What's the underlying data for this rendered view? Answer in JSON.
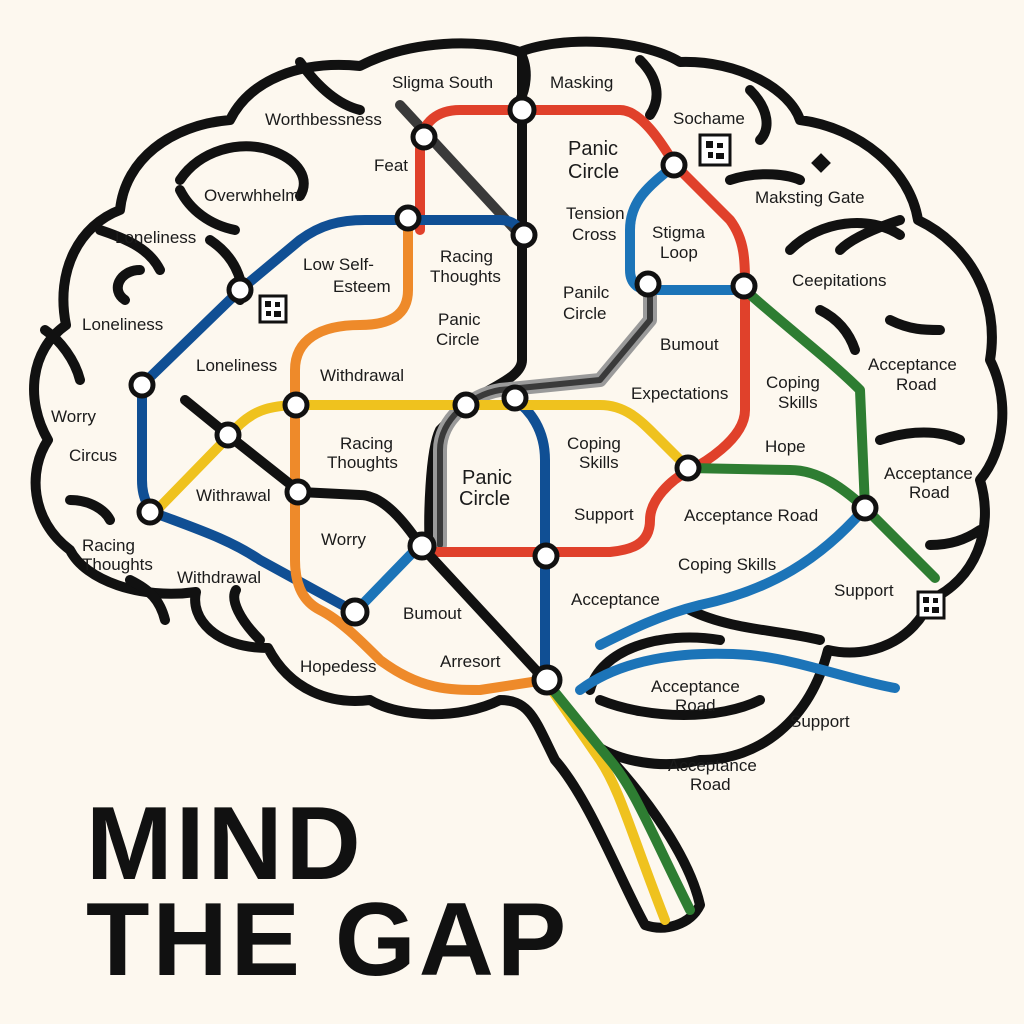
{
  "title": {
    "line1": "MIND",
    "line2": "THE GAP"
  },
  "colors": {
    "background": "#fdf8ef",
    "outline": "#111111",
    "red": "#e0412b",
    "blue": "#104f94",
    "lightblue": "#1c74b8",
    "orange": "#ee8a2a",
    "yellow": "#efc21e",
    "green": "#2e7d32",
    "darkgray": "#3a3a3a",
    "gray": "#9a9a9a"
  },
  "labels": {
    "stigma_south": "Sligma South",
    "masking": "Masking",
    "worthbessness": "Worthbessness",
    "sochame": "Sochame",
    "feat": "Feat",
    "panic_circle_top": [
      "Panic",
      "Circle"
    ],
    "overwhhelm": "Overwhhelm",
    "maksting_gate": "Maksting Gate",
    "tension_cross": [
      "Tension",
      "Cross"
    ],
    "stigma_loop": [
      "Stigma",
      "Loop"
    ],
    "loneliness_1": "Loneliness",
    "low_self_esteem": [
      "Low Self-",
      "Esteem"
    ],
    "racing_thoughts_top": [
      "Racing",
      "Thoughts"
    ],
    "ceepitations": "Ceepitations",
    "panilc_circle": [
      "Panilc",
      "Circle"
    ],
    "loneliness_2": "Loneliness",
    "panic_circle_mid": [
      "Panic",
      "Circle"
    ],
    "bumout_1": "Bumout",
    "acceptance_road_1": [
      "Acceptance",
      "Road"
    ],
    "loneliness_3": "Loneliness",
    "withdrawal_1": "Withdrawal",
    "coping_skills_right": [
      "Coping",
      "Skills"
    ],
    "expectations": "Expectations",
    "worry_left": "Worry",
    "circus": "Circus",
    "racing_thoughts_mid": [
      "Racing",
      "Thoughts"
    ],
    "coping_skills_center": [
      "Coping",
      "Skills"
    ],
    "hope": "Hope",
    "panic_circle_center": [
      "Panic",
      "Circle"
    ],
    "acceptance_road_2": [
      "Acceptance",
      "Road"
    ],
    "withrawal": "Withrawal",
    "support_1": "Support",
    "acceptance_road_3": "Acceptance Road",
    "racing_thoughts_bottom": [
      "Racing",
      "Thoughts"
    ],
    "worry_center": "Worry",
    "withdrawal_2": "Withdrawal",
    "coping_skills_bottom": "Coping Skills",
    "acceptance": "Acceptance",
    "support_2": "Support",
    "bumout_2": "Bumout",
    "hopedess": "Hopedess",
    "arresort": "Arresort",
    "acceptance_road_4": [
      "Acceptance",
      "Road"
    ],
    "support_3": "Support",
    "acceptance_road_5": [
      "Acceptance",
      "Road"
    ]
  }
}
